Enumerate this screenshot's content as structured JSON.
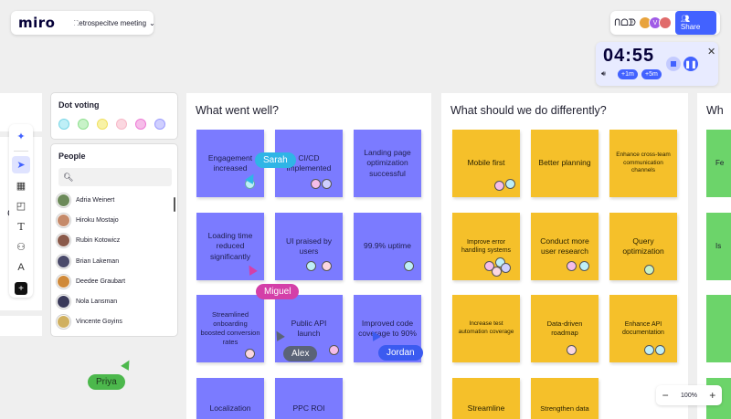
{
  "app": {
    "logo": "miro",
    "board_name": "Retrospecitve meeting",
    "share_label": "Share",
    "collab_icon": "ᑎᗝᗫ"
  },
  "avatars": [
    {
      "label": "",
      "color": "#e8a33d"
    },
    {
      "label": "V",
      "color": "#a05ce6"
    },
    {
      "label": "",
      "color": "#e06b6b"
    }
  ],
  "timer": {
    "time": "04:55",
    "add1": "+1m",
    "add5": "+5m"
  },
  "left_fragments": {
    "t": "C",
    "d": "t"
  },
  "dot_voting": {
    "title": "Dot voting",
    "colors": [
      "#79d6e6",
      "#8fe08f",
      "#f0e060",
      "#f7b7c7",
      "#ee7ad6",
      "#9b9bff"
    ]
  },
  "people": {
    "title": "People",
    "search_placeholder": "",
    "list": [
      {
        "name": "Adria Weinert",
        "color": "#6c8a5a"
      },
      {
        "name": "Hiroku Mostajo",
        "color": "#c58a6a"
      },
      {
        "name": "Rubin Kotowicz",
        "color": "#8a5a4a"
      },
      {
        "name": "Brian Lakeman",
        "color": "#4a4a6a"
      },
      {
        "name": "Deedee Graubart",
        "color": "#d08a3a"
      },
      {
        "name": "Nola Lansman",
        "color": "#3a3a5a"
      },
      {
        "name": "Vincente Goyins",
        "color": "#d0b060"
      }
    ]
  },
  "frames": [
    {
      "title": "What went well?",
      "stickies": [
        {
          "text": "Engagement increased",
          "size": "normal"
        },
        {
          "text": "CI/CD implemented",
          "size": "normal"
        },
        {
          "text": "Landing page optimization successful",
          "size": "normal"
        },
        {
          "text": "Loading time reduced significantly",
          "size": "normal"
        },
        {
          "text": "UI praised by users",
          "size": "normal"
        },
        {
          "text": "99.9% uptime",
          "size": "normal"
        },
        {
          "text": "Streamlined onboarding boosted conversion rates",
          "size": "normal"
        },
        {
          "text": "Public API launch",
          "size": "normal"
        },
        {
          "text": "Improved code coverage to 90%",
          "size": "normal"
        },
        {
          "text": "Localization",
          "size": "normal"
        },
        {
          "text": "PPC ROI",
          "size": "normal"
        }
      ]
    },
    {
      "title": "What should we do differently?",
      "stickies": [
        {
          "text": "Mobile first",
          "size": "normal"
        },
        {
          "text": "Better planning",
          "size": "normal"
        },
        {
          "text": "Enhance cross-team communication channels",
          "size": "small"
        },
        {
          "text": "Improve error handling systems",
          "size": "small"
        },
        {
          "text": "Conduct more user research",
          "size": "normal"
        },
        {
          "text": "Query optimization",
          "size": "normal"
        },
        {
          "text": "Increase test automation coverage",
          "size": "small"
        },
        {
          "text": "Data-driven roadmap",
          "size": "normal"
        },
        {
          "text": "Enhance API documentation",
          "size": "small"
        },
        {
          "text": "Streamline",
          "size": "normal"
        },
        {
          "text": "Strengthen data",
          "size": "normal"
        }
      ]
    },
    {
      "title": "Wh",
      "stickies": [
        {
          "text": "Fe"
        },
        {
          "text": "Is"
        }
      ]
    }
  ],
  "cursors": [
    {
      "name": "Sarah",
      "color": "#2fb5e6"
    },
    {
      "name": "Miguel",
      "color": "#d43fa8"
    },
    {
      "name": "Alex",
      "color": "#5a6377"
    },
    {
      "name": "Jordan",
      "color": "#3b5bf0"
    },
    {
      "name": "Priya",
      "color": "#4cb84c"
    }
  ],
  "zoom": {
    "level": "100%",
    "minus": "−",
    "plus": "+"
  }
}
